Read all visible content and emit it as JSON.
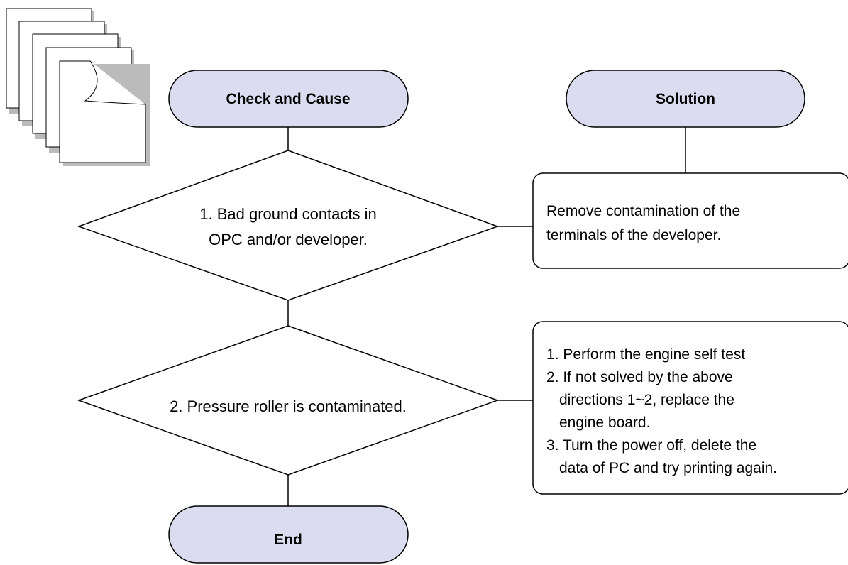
{
  "headers": {
    "check_cause": "Check and Cause",
    "solution": "Solution"
  },
  "step1": {
    "decision_lines": [
      "1. Bad ground contacts in",
      "OPC and/or developer."
    ],
    "solution_lines": [
      "Remove contamination of the",
      "terminals of the developer."
    ]
  },
  "step2": {
    "decision_lines": [
      "2. Pressure roller is contaminated."
    ],
    "solution_lines": [
      "1. Perform the engine self test",
      "2. If not solved by the above",
      "directions 1~2, replace the",
      "engine board.",
      "3. Turn the power off, delete the",
      "data of PC and try printing again."
    ]
  },
  "end_label": "End",
  "colors": {
    "terminal_fill": "#dcdcf0",
    "stroke": "#000000",
    "shadow": "#bbbbbb"
  },
  "icon": "paper-stack-icon"
}
